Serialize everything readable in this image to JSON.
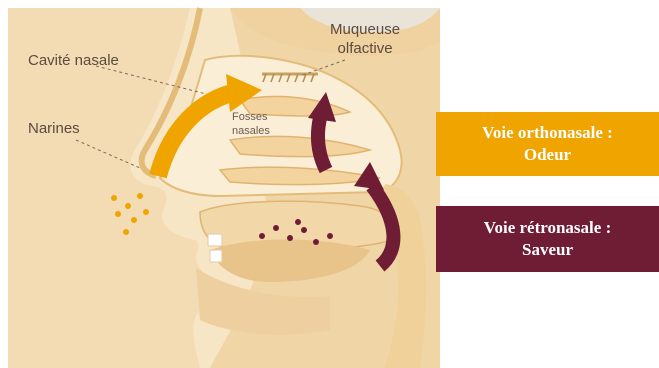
{
  "labels": {
    "cavite_nasale": "Cavité nasale",
    "narines": "Narines",
    "muqueuse_line1": "Muqueuse",
    "muqueuse_line2": "olfactive",
    "fosses_line1": "Fosses",
    "fosses_line2": "nasales"
  },
  "boxes": {
    "orthonasale": {
      "line1": "Voie orthonasale :",
      "line2": "Odeur",
      "color": "#f0a400"
    },
    "retronasale": {
      "line1": "Voie rétronasale :",
      "line2": "Saveur",
      "color": "#6e1d35"
    }
  },
  "colors": {
    "skin_light": "#f6e0bd",
    "skin_mid": "#efcf96",
    "skin_dark": "#e2b46a",
    "cavity": "#fbeed6",
    "arrow_orange": "#f0a400",
    "arrow_dark": "#6e1d35",
    "odor_dots": "#f0a400",
    "flavor_dots": "#6e1d35"
  }
}
